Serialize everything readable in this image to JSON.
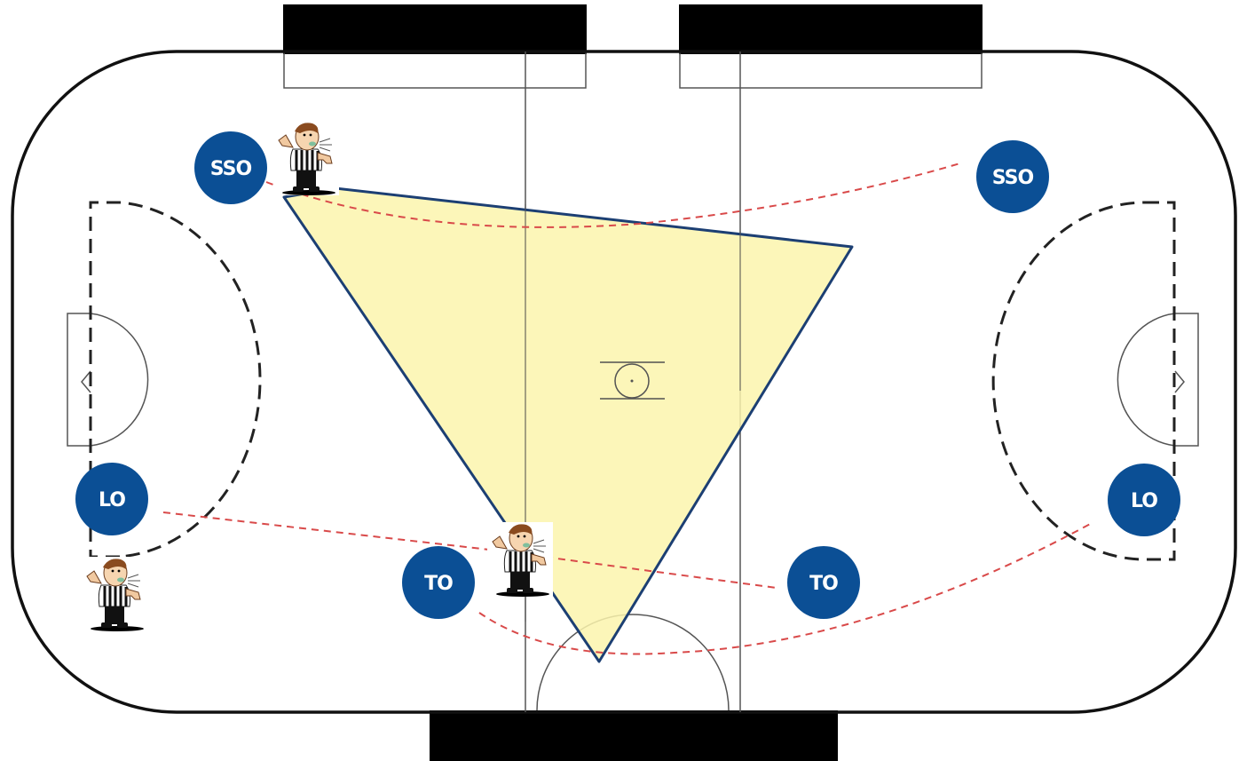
{
  "diagram": {
    "colors": {
      "rink_line": "#111111",
      "thin_line": "#555555",
      "bench": "#000000",
      "coverage_fill": "#fbf5ad",
      "coverage_stroke": "#1c3f73",
      "rotation_path": "#d94a4a",
      "badge": "#0b4f95",
      "badge_text": "#ffffff"
    },
    "positions": [
      {
        "id": "sso-left",
        "label": "SSO"
      },
      {
        "id": "sso-right",
        "label": "SSO"
      },
      {
        "id": "lo-left",
        "label": "LO"
      },
      {
        "id": "lo-right",
        "label": "LO"
      },
      {
        "id": "to-left",
        "label": "TO"
      },
      {
        "id": "to-right",
        "label": "TO"
      }
    ],
    "officials_count": 3,
    "icons": [
      "referee-icon",
      "whistle-icon"
    ]
  }
}
